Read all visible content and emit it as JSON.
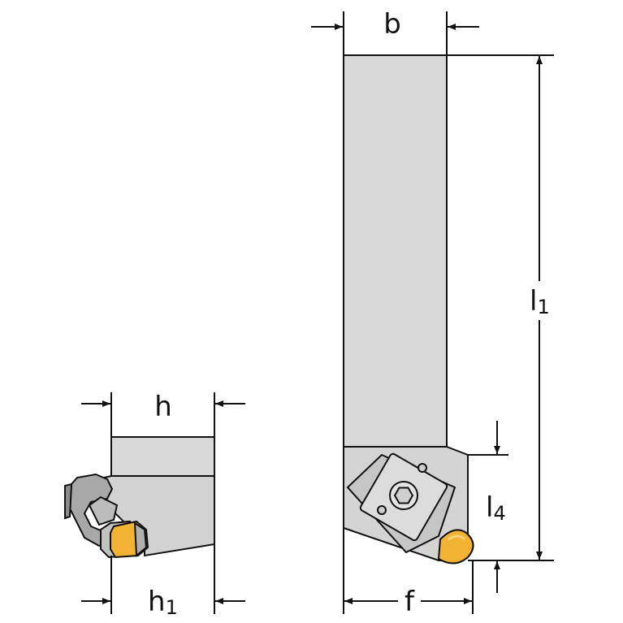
{
  "colors": {
    "background": "#ffffff",
    "body_fill": "#d8d8d8",
    "body_shade": "#c6c6c6",
    "body_dark": "#aaaaaa",
    "outline": "#111111",
    "insert_fill": "#f2b233",
    "insert_highlight": "#f8d27a"
  },
  "dimensions": {
    "b": {
      "main": "b",
      "sub": ""
    },
    "h": {
      "main": "h",
      "sub": ""
    },
    "h1": {
      "main": "h",
      "sub": "1"
    },
    "l1": {
      "main": "l",
      "sub": "1"
    },
    "l4": {
      "main": "l",
      "sub": "4"
    },
    "f": {
      "main": "f",
      "sub": ""
    }
  },
  "icons": {
    "screw": "hex-socket-screw-icon",
    "insert": "round-insert-icon",
    "clamp": "clamp-icon"
  }
}
